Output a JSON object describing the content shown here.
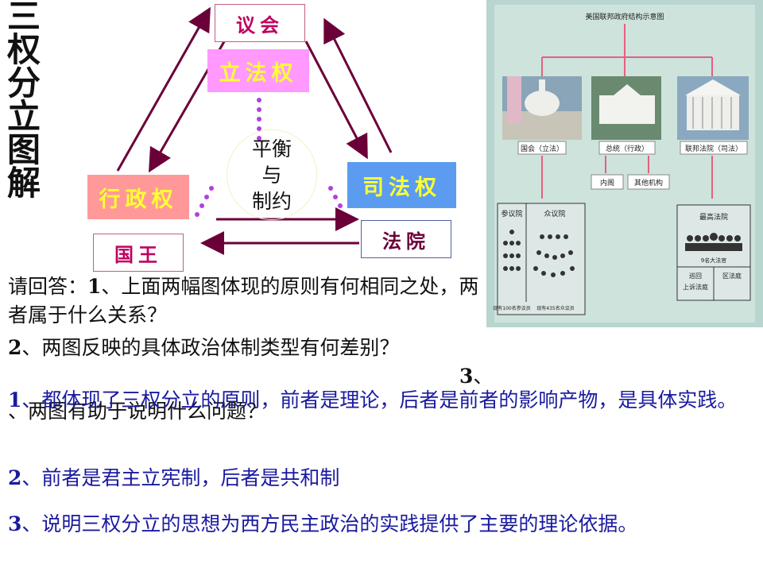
{
  "left_diagram": {
    "title_chars": [
      "三",
      "权",
      "分",
      "立",
      "图",
      "解"
    ],
    "parliament": "议会",
    "legislative": "立法权",
    "executive": "行政权",
    "judicial": "司法权",
    "king": "国王",
    "court": "法院",
    "center": [
      "平衡",
      "与",
      "制约"
    ]
  },
  "questions": {
    "prefix": "请回答：",
    "q1_num": "1",
    "q1_text": "、上面两幅图体现的原则有何相同之处，两者属于什么关系？",
    "q2_num": "2",
    "q2_text": "、两图反映的具体政治体制类型有何差别？",
    "q3_num": "3",
    "q3_text": "、两图有助于说明什么问题？"
  },
  "answers": {
    "a1_num": "1",
    "a1_text": "、都体现了三权分立的原则，前者是理论，后者是前者的影响产物，是具体实践。",
    "a2_num": "2",
    "a2_text": "、前者是君主立宪制，后者是共和制",
    "a3_num": "3",
    "a3_text": "、说明三权分立的思想为西方民主政治的实践提供了主要的理论依据。"
  },
  "us_diagram": {
    "title": "美国联邦政府结构示意图",
    "congress": "国会（立法）",
    "president": "总统（行政）",
    "court": "联邦法院（司法）",
    "cabinet": "内阁",
    "other": "其他机构",
    "senate": "参议院",
    "house": "众议院",
    "supreme": "最高法院",
    "justices": "9名大法官",
    "senate_note": "现有100名参议员",
    "house_note": "现有435名众议员",
    "appeals": "巡回上诉法庭",
    "district": "区法庭"
  },
  "colors": {
    "legislative_bg": "#ff99ff",
    "executive_bg": "#ff9999",
    "judicial_bg": "#5b9cf0",
    "box_text_red": "#c00060",
    "arrow": "#6b0038",
    "answer_blue": "#1a1aa0",
    "dots": "#b040e0"
  }
}
